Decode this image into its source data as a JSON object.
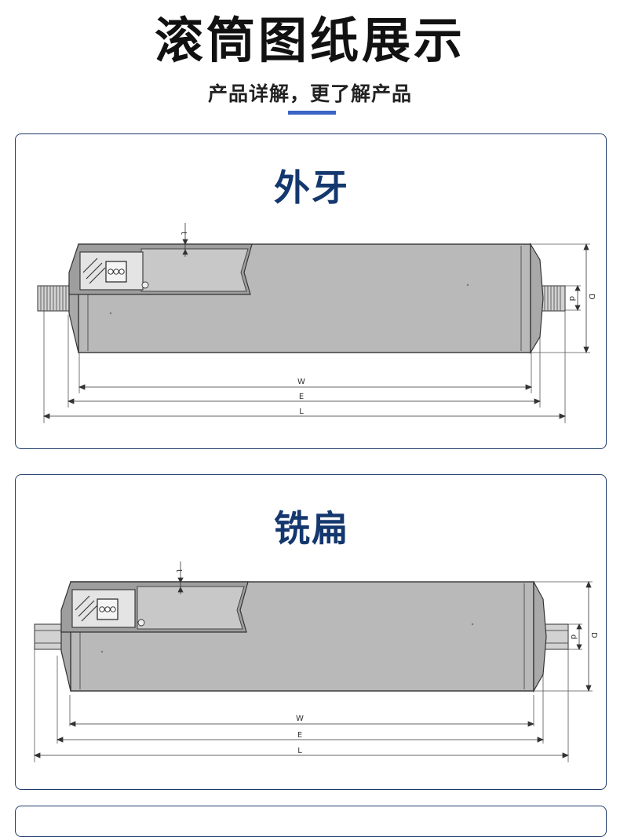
{
  "header": {
    "title": "滚筒图纸展示",
    "subtitle": "产品详解，更了解产品",
    "accent_color": "#3c63c6"
  },
  "sections": [
    {
      "title": "外牙",
      "labels": {
        "t": "t",
        "d": "d",
        "D": "D",
        "W": "W",
        "E": "E",
        "L": "L"
      }
    },
    {
      "title": "铣扁",
      "labels": {
        "t": "t",
        "d": "d",
        "D": "D",
        "W": "W",
        "E": "E",
        "L": "L"
      }
    }
  ],
  "colors": {
    "title_dark": "#111111",
    "section_title": "#14386e",
    "card_border": "#1f3d6b"
  }
}
